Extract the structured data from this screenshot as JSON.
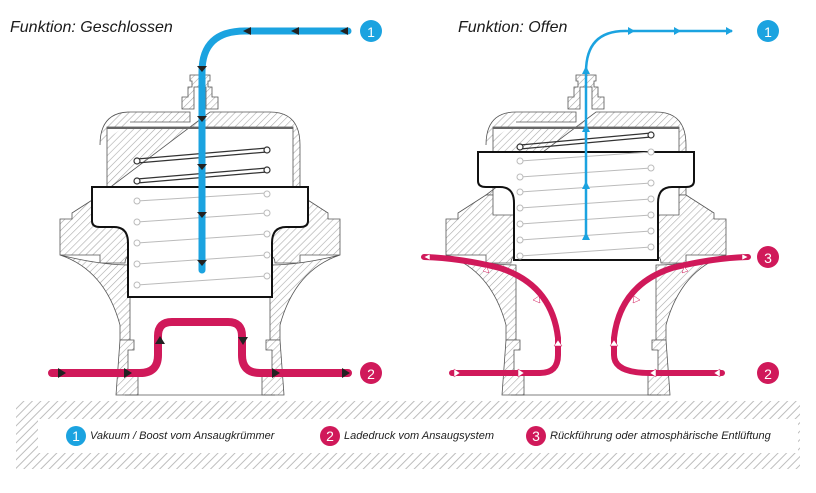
{
  "colors": {
    "vacuum_blue": "#1ba3e0",
    "boost_magenta": "#d0195a",
    "outline": "#222222",
    "hatch": "#aaaaaa",
    "spring_light": "#bbbbbb"
  },
  "panels": [
    {
      "title": "Funktion: Geschlossen",
      "state": "closed",
      "flows": [
        "1",
        "2"
      ]
    },
    {
      "title": "Funktion: Offen",
      "state": "open",
      "flows": [
        "1",
        "2",
        "3"
      ]
    }
  ],
  "badges": {
    "one": "1",
    "two": "2",
    "three": "3"
  },
  "legend": [
    {
      "number": "1",
      "label": "Vakuum / Boost vom Ansaugkrümmer",
      "color": "#1ba3e0"
    },
    {
      "number": "2",
      "label": "Ladedruck vom Ansaugsystem",
      "color": "#d0195a"
    },
    {
      "number": "3",
      "label": "Rückführung oder atmosphärische Entlüftung",
      "color": "#d0195a"
    }
  ]
}
